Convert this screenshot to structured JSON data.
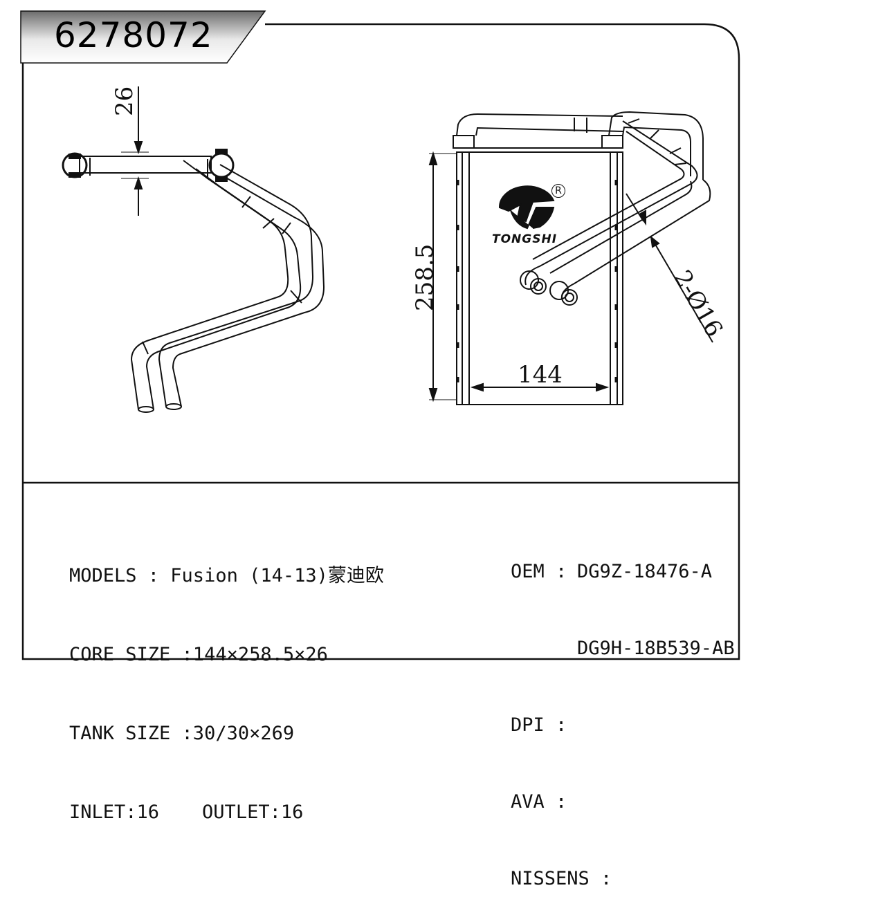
{
  "part_number": "6278072",
  "dimensions": {
    "thickness": "26",
    "height": "258.5",
    "width": "144",
    "pipes": "2-Ø16"
  },
  "logo": {
    "brand": "TONGSHI",
    "registered_mark": "R"
  },
  "specs": {
    "models": "MODELS : Fusion (14-13)蒙迪欧",
    "core_size": "CORE SIZE :144×258.5×26",
    "tank_size": "TANK SIZE :30/30×269",
    "inlet": "INLET:16",
    "outlet": "OUTLET:16",
    "oem_label": "OEM :",
    "oem_1": "DG9Z-18476-A",
    "oem_2": "DG9H-18B539-AB",
    "dpi": "DPI :",
    "ava": "AVA :",
    "nissens": "NISSENS :"
  }
}
